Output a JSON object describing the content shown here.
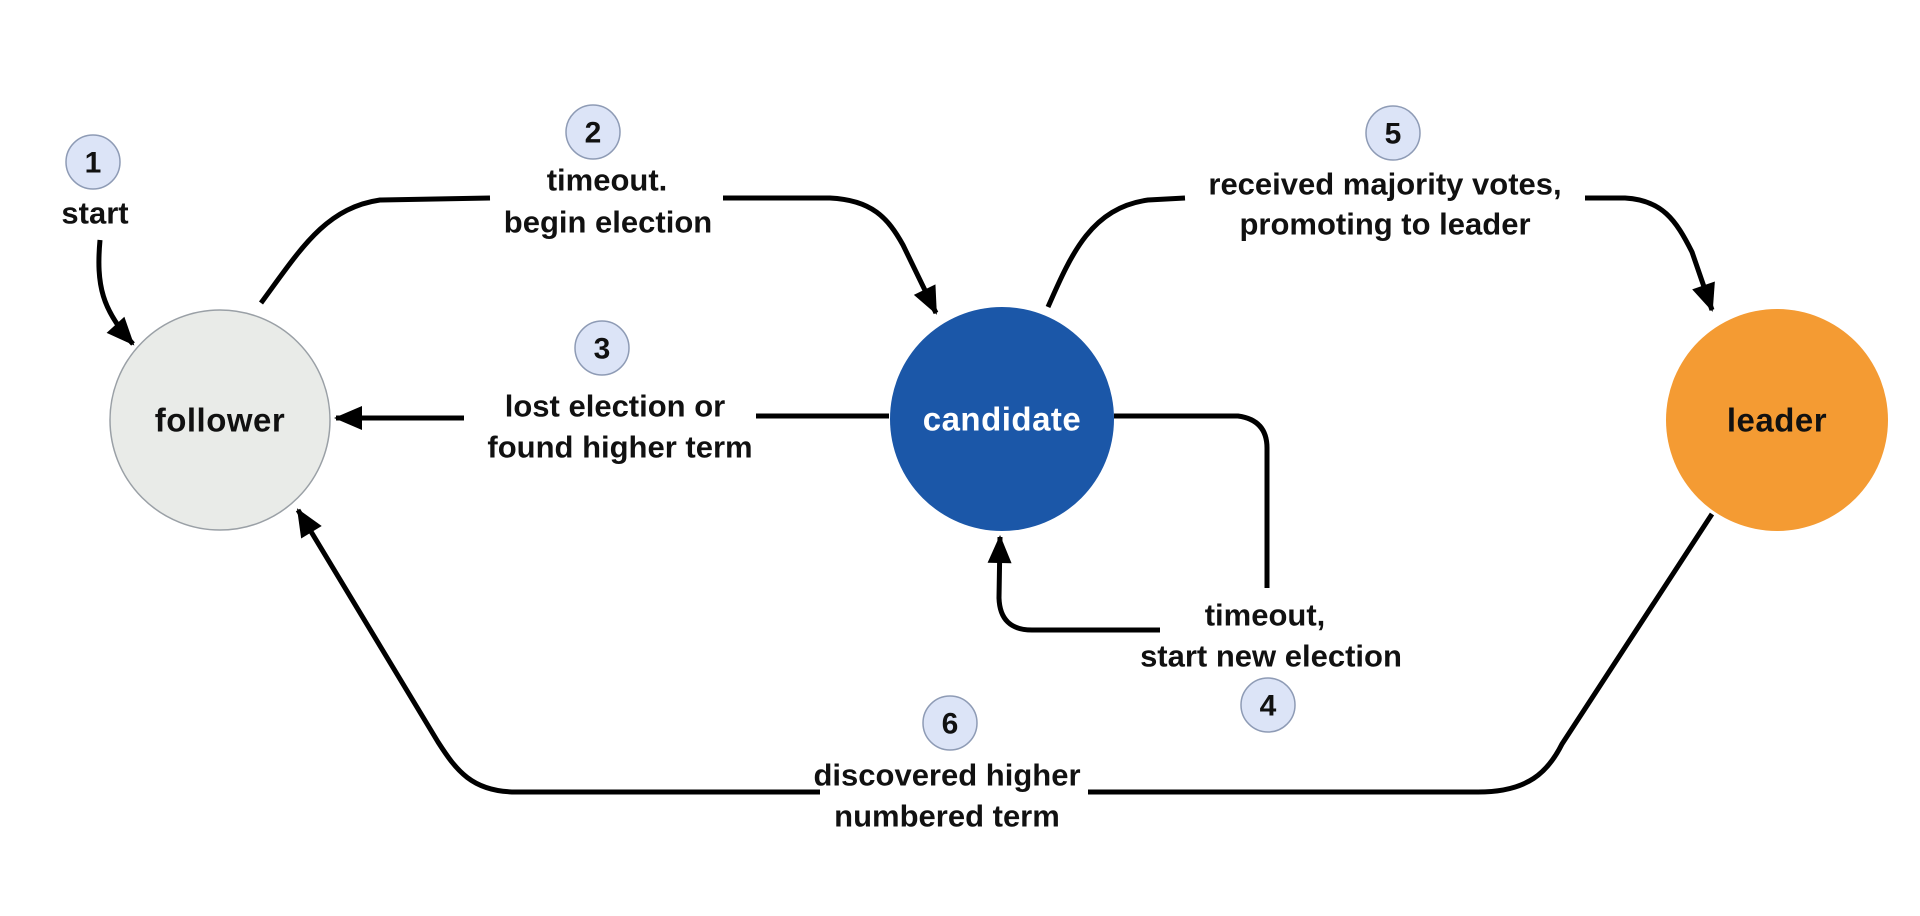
{
  "diagram": {
    "background": "#ffffff",
    "line_color": "#000000",
    "text_color": "#111111",
    "badge": {
      "fill": "#dce4f7",
      "border": "#8e9bb5",
      "text_color": "#111111"
    },
    "nodes": [
      {
        "id": "follower",
        "label": "follower",
        "fill": "#e9ebe8",
        "border": "#9aa0a6",
        "text_color": "#111111"
      },
      {
        "id": "candidate",
        "label": "candidate",
        "fill": "#1b57a8",
        "border": "#1b57a8",
        "text_color": "#ffffff"
      },
      {
        "id": "leader",
        "label": "leader",
        "fill": "#f49b33",
        "border": "#f49b33",
        "text_color": "#111111"
      }
    ],
    "transitions": [
      {
        "number": "1",
        "from": "",
        "to": "follower",
        "label_lines": [
          "start",
          ""
        ]
      },
      {
        "number": "2",
        "from": "follower",
        "to": "candidate",
        "label_lines": [
          "timeout.",
          "begin election"
        ]
      },
      {
        "number": "3",
        "from": "candidate",
        "to": "follower",
        "label_lines": [
          "lost election or",
          "found higher term"
        ]
      },
      {
        "number": "4",
        "from": "candidate",
        "to": "candidate",
        "label_lines": [
          "timeout,",
          "start new election"
        ]
      },
      {
        "number": "5",
        "from": "candidate",
        "to": "leader",
        "label_lines": [
          "received majority votes,",
          "promoting to leader"
        ]
      },
      {
        "number": "6",
        "from": "leader",
        "to": "follower",
        "label_lines": [
          "discovered higher",
          "numbered term"
        ]
      }
    ]
  }
}
